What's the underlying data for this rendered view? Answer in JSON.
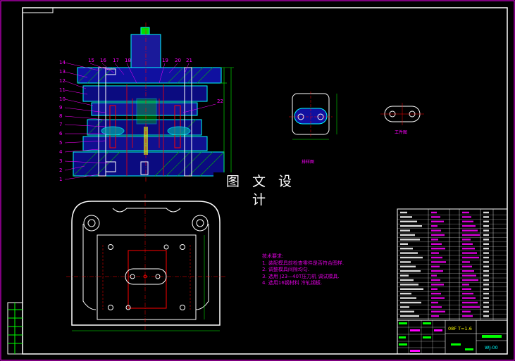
{
  "watermark": "图 文 设 计",
  "tech_notes": {
    "title": "技术要求:",
    "items": [
      "1. 装配模具前检查零件是否符合图样.",
      "2. 调整模具间隙均匀.",
      "3. 选用 J23—40T压力机 调试模具.",
      "4. 选用16钢材料 冷轧钢板."
    ]
  },
  "callouts_left": [
    "14",
    "13",
    "12",
    "11",
    "10",
    "9",
    "8",
    "7",
    "6",
    "5",
    "4",
    "3",
    "2",
    "1"
  ],
  "callouts_top": [
    "15",
    "16",
    "17",
    "18",
    "19",
    "20",
    "21"
  ],
  "callouts_right": [
    "22"
  ],
  "part_labels": {
    "strip": "排样图",
    "part": "工件图"
  },
  "title_block": {
    "material": "08F T=1.6",
    "drawing_no": "WJ-00"
  },
  "colors": {
    "border": "#ff00ff",
    "outline": "#ffffff",
    "cyan": "#00ffff",
    "green": "#00ff00",
    "red": "#ff0000",
    "yellow": "#ffff00",
    "blue": "#4060ff"
  }
}
